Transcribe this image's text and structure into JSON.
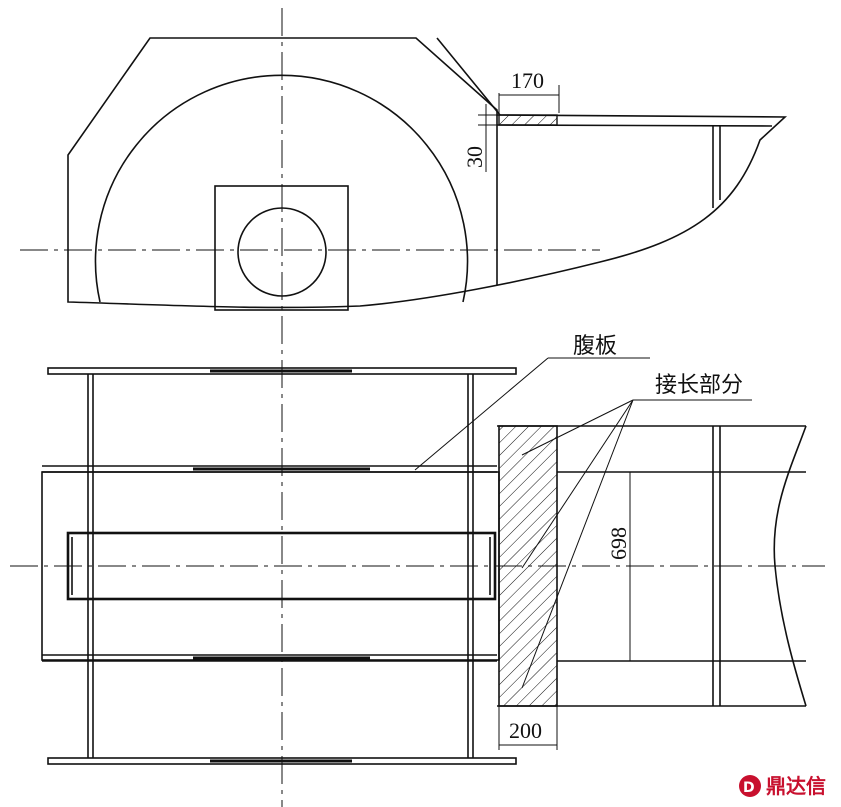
{
  "dimensions": {
    "top_width": "170",
    "top_height": "30",
    "bottom_height": "698",
    "bottom_width": "200"
  },
  "labels": {
    "web": "腹板",
    "extension": "接长部分"
  },
  "watermark": {
    "text": "鼎达信",
    "color": "#c8102e"
  }
}
